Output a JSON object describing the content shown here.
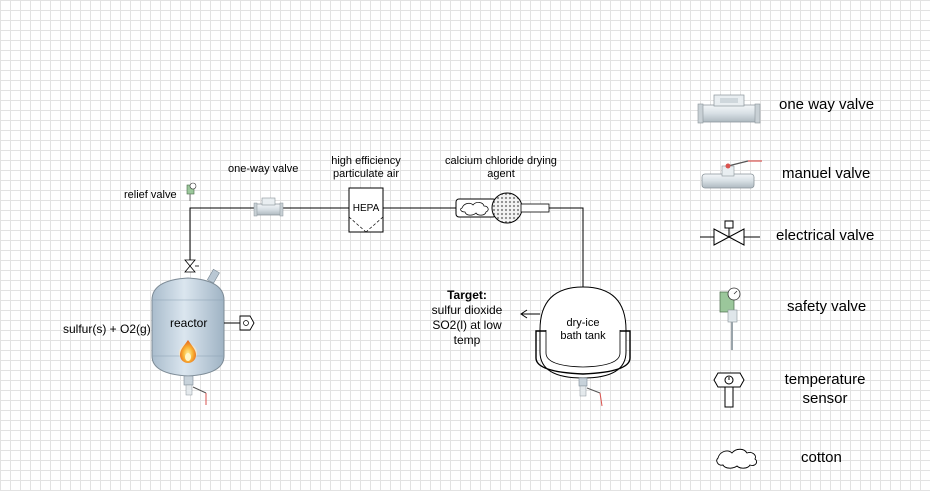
{
  "labels": {
    "relief_valve": "relief valve",
    "one_way_valve": "one-way valve",
    "hepa_title_line1": "high efficiency",
    "hepa_title_line2": "particulate air",
    "hepa_box": "HEPA",
    "drying_line1": "calcium chloride drying",
    "drying_line2": "agent",
    "reaction": "sulfur(s) + O2(g)",
    "reactor": "reactor",
    "target_heading": "Target:",
    "target_line1": "sulfur dioxide",
    "target_line2": "SO2(l) at low",
    "target_line3": "temp",
    "tank_line1": "dry-ice",
    "tank_line2": "bath tank"
  },
  "legend": {
    "one_way_valve": "one way valve",
    "manual_valve": "manuel valve",
    "electrical_valve": "electrical valve",
    "safety_valve": "safety valve",
    "temperature_sensor_line1": "temperature",
    "temperature_sensor_line2": "sensor",
    "cotton": "cotton"
  },
  "colors": {
    "line": "#000000",
    "vessel_fill": "#c9d8e6",
    "valve_fill": "#dfe6ea",
    "safety_valve_green": "#9bc79b",
    "flame": "#f28c28",
    "manual_handle": "#d9534f"
  }
}
